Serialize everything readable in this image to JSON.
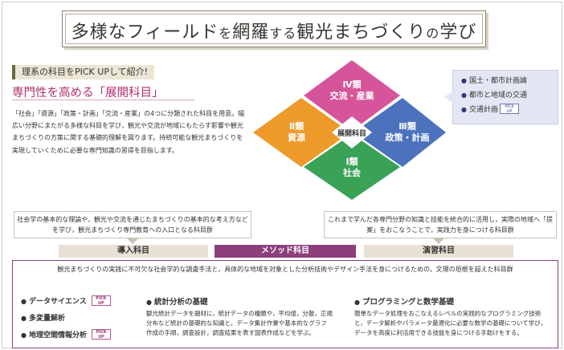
{
  "header": {
    "title_part1": "多様なフィールド",
    "title_part2": "を",
    "title_part3": "網羅",
    "title_part4": "する",
    "title_part5": "観光まちづくり",
    "title_part6": "の",
    "title_part7": "学び"
  },
  "intro": {
    "pickup": "理系の科目をPICK UPして紹介!",
    "heading": "専門性を高める「展開科目」",
    "body": "「社会」「資源」「政策・計画」「交流・産業」の4つに分類された科目を用意。幅広い分野にまたがる多様な科目を学び，観光や交流が地域にもたらす影響や観光まちづくりの方策に関する基礎的理解を図ります。持続可能な観光まちづくりを実現していくために必要な専門知識の習得を目指します。"
  },
  "diagram": {
    "center": "展開科目",
    "top": {
      "num": "Ⅳ類",
      "name": "交流・産業",
      "color": "#d6549a"
    },
    "left": {
      "num": "Ⅱ類",
      "name": "資源",
      "color": "#ee9a2b"
    },
    "right": {
      "num": "Ⅲ類",
      "name": "政策・計画",
      "color": "#4d72bd"
    },
    "bottom": {
      "num": "Ⅰ類",
      "name": "社会",
      "color": "#3aa257"
    }
  },
  "callout": {
    "items": [
      "国土・都市計画論",
      "都市と地域の交通",
      "交通計画"
    ],
    "badge_line1": "PICK",
    "badge_line2": "UP"
  },
  "middle": {
    "left_desc": "社会学の基本的な理論や，観光や交流を通じたまちづくりの基本的な考え方などを学び，観光まちづくり専門教育への入口となる科目群",
    "right_desc": "これまで学んだ各専門分野の知識と技能を統合的に活用し，実際の地域へ「提案」をおこなうことで，実践力を身につける科目群",
    "cat_intro": "導入科目",
    "cat_method": "メソッド科目",
    "cat_seminar": "演習科目"
  },
  "bottom": {
    "intro": "観光まちづくりの実践に不可欠な社会学的な調査手法と，具体的な地域を対象とした分析技術やデザイン手法を身につけるための，文理の垣根を超えた科目群",
    "list": [
      "データサイエンス",
      "多変量解析",
      "地理空間情報分析"
    ],
    "badge_line1": "PICK",
    "badge_line2": "UP",
    "col_a_title": "統計分析の基礎",
    "col_a_text": "観光統計データを題材に，統計データの種類や，平均値，分散，正規分布など統計の基礎的な知識と，データ集計作業や基本的なグラフ作成の手順，調査設計，調査結果を表す図表作成などを学ぶ。",
    "col_b_title": "プログラミングと数学基礎",
    "col_b_text": "簡単なデータ処理をおこなえるレベルの実践的なプログラミング技術と，データ解析やパラメータ最適化に必要な数学の基礎について学び，データを高度に利活用できる技能を身につける手助けをする。"
  }
}
